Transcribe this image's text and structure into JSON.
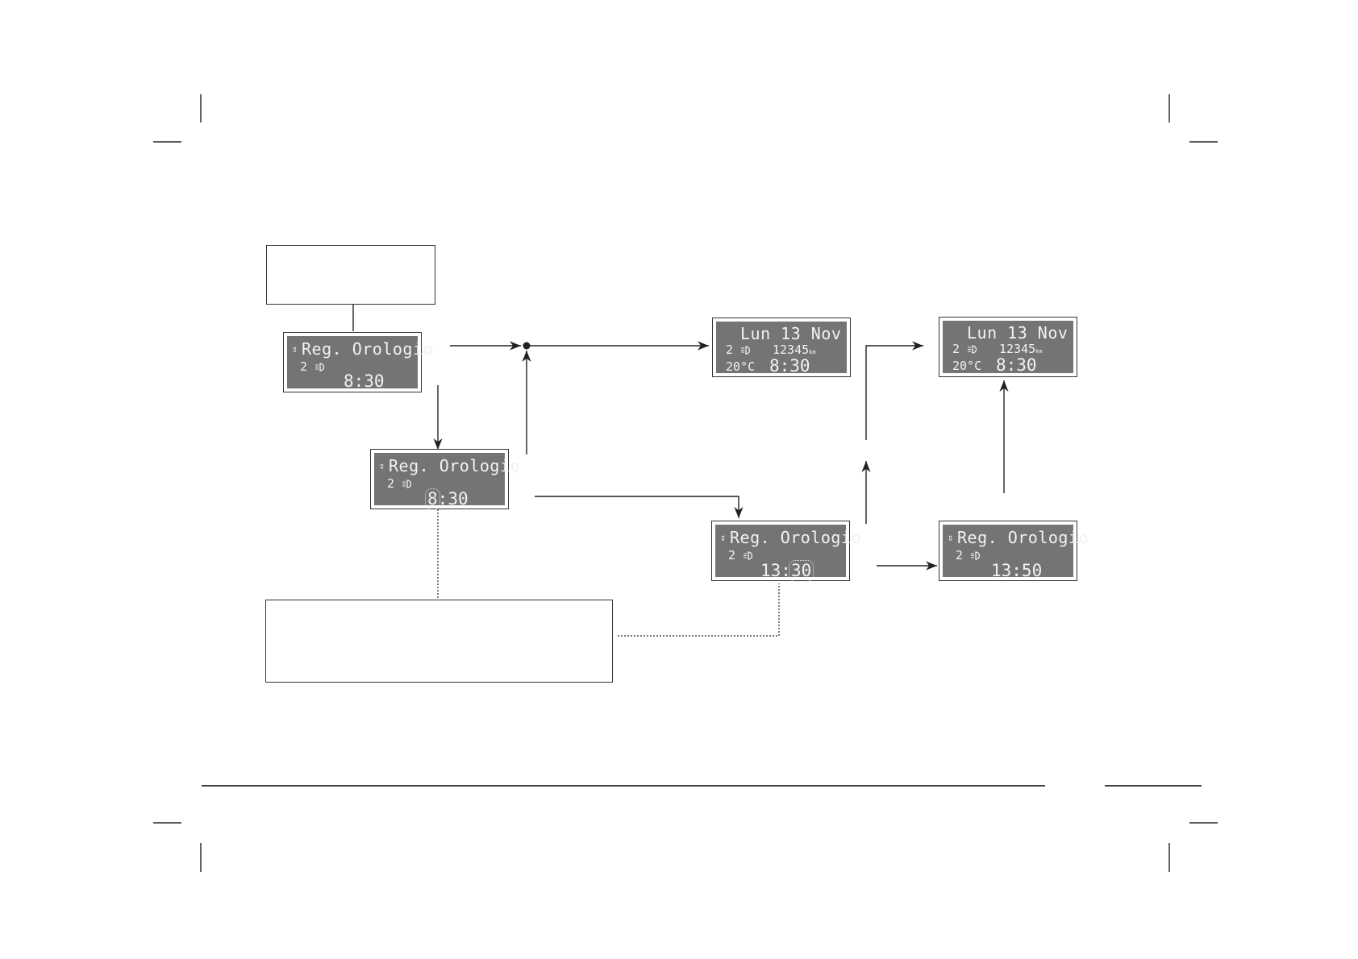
{
  "displays": {
    "menu_clock": {
      "arrows": "⇕",
      "title": "Reg. Orologio",
      "gear": "2",
      "time": "8:30"
    },
    "hours_edit": {
      "arrows": "⇕",
      "title": "Reg. Orologio",
      "gear": "2",
      "hours": "8",
      "sep": ":",
      "minutes": "30"
    },
    "standard_1": {
      "date": "Lun 13 Nov",
      "gear": "2",
      "odometer": "12345",
      "km_unit": "km",
      "temperature": "20°C",
      "time": "8:30"
    },
    "minutes_edit": {
      "arrows": "⇕",
      "title": "Reg. Orologio",
      "gear": "2",
      "hours": "13",
      "sep": ":",
      "minutes": "30"
    },
    "standard_2": {
      "date": "Lun 13 Nov",
      "gear": "2",
      "odometer": "12345",
      "km_unit": "km",
      "temperature": "20°C",
      "time": "8:30"
    },
    "set_done": {
      "arrows": "⇕",
      "title": "Reg. Orologio",
      "gear": "2",
      "time": "13:50"
    }
  },
  "icons": {
    "light": "headlight-icon",
    "updown": "up-down-arrows-icon"
  }
}
